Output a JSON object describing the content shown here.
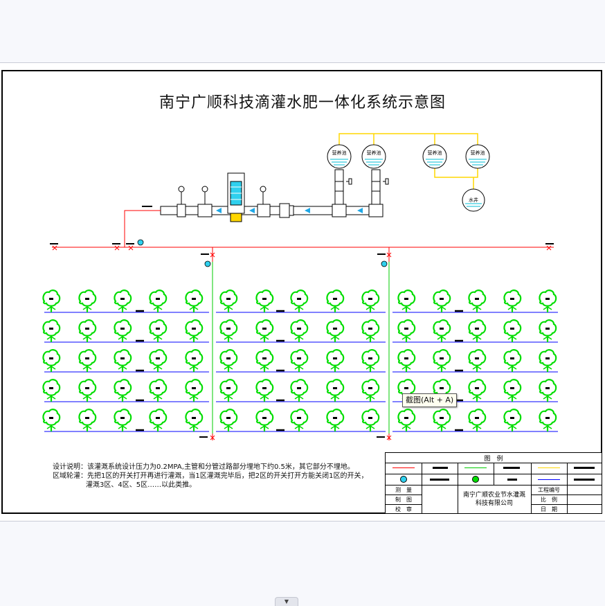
{
  "title": "南宁广顺科技滴灌水肥一体化系统示意图",
  "colors": {
    "pipe_red": "#ff0000",
    "pipe_blue": "#0000ff",
    "pipe_green": "#00cc00",
    "pipe_yellow": "#ffd700",
    "tree": "#00dd00",
    "tank": "#00bcd4"
  },
  "tanks": [
    {
      "label": "营养池"
    },
    {
      "label": "营养池"
    },
    {
      "label": "营养池"
    },
    {
      "label": "营养池"
    }
  ],
  "well": {
    "label": "水井"
  },
  "notes": {
    "design_label": "设计说明：",
    "design_text": "该灌溉系统设计压力为0.2MPA,主管和分管过路部分埋地下约0.5米，其它部分不埋地。",
    "rotation_label": "区域轮灌：",
    "rotation_text_1": "先把1区的开关打开再进行灌溉，当1区灌溉完毕后，把2区的开关打开方能关闭1区的开关，",
    "rotation_text_2": "灌溉3区、4区、5区……以此类推。"
  },
  "legend": {
    "header": "图　例"
  },
  "title_block": {
    "survey": "测　量",
    "draw": "制　图",
    "check": "校　审",
    "company_line1": "南宁广顺农业节水灌溉",
    "company_line2": "科技有限公司",
    "project_no": "工程编号",
    "scale": "比　例",
    "date": "日　期"
  },
  "tooltip": "截图(Alt + A)"
}
